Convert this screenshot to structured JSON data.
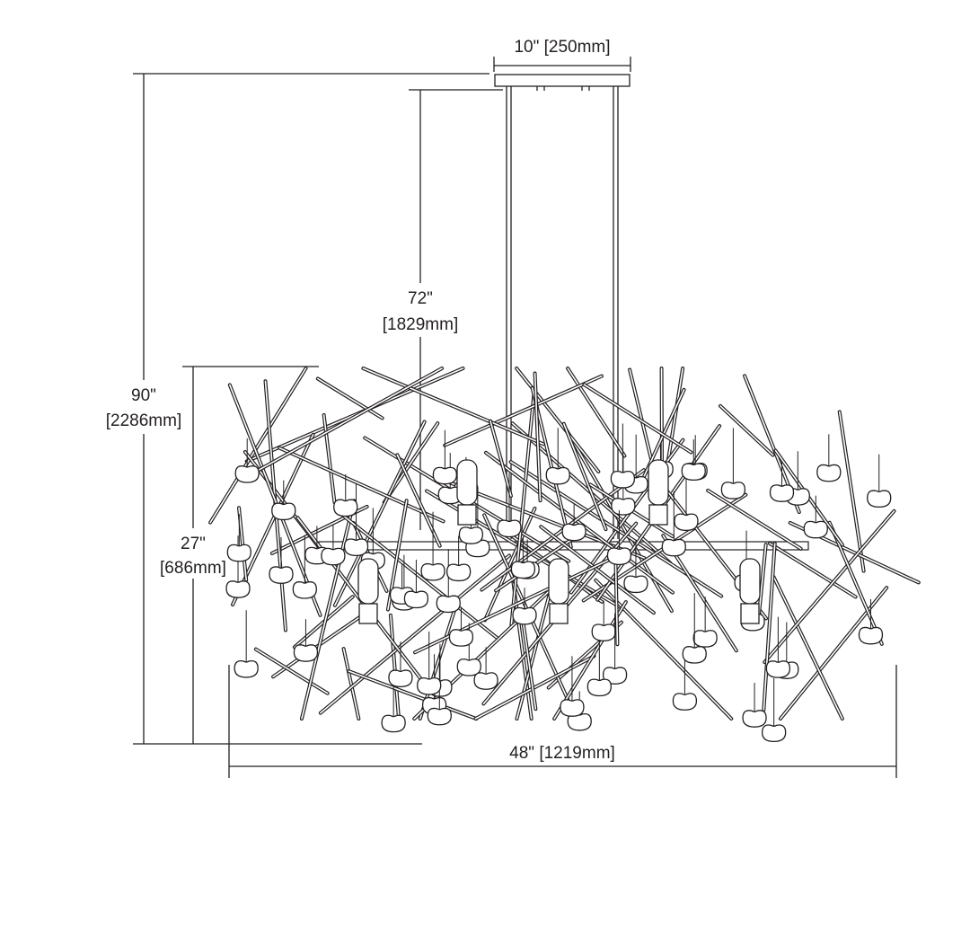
{
  "dimensions": {
    "canopy_width": "10\" [250mm]",
    "overall_height": {
      "imperial": "90\"",
      "metric": "[2286mm]"
    },
    "cable_length": {
      "imperial": "72\"",
      "metric": "[1829mm]"
    },
    "fixture_height": {
      "imperial": "27\"",
      "metric": "[686mm]"
    },
    "fixture_width": "48\" [1219mm]"
  },
  "colors": {
    "line": "#231f20",
    "background": "#ffffff"
  }
}
